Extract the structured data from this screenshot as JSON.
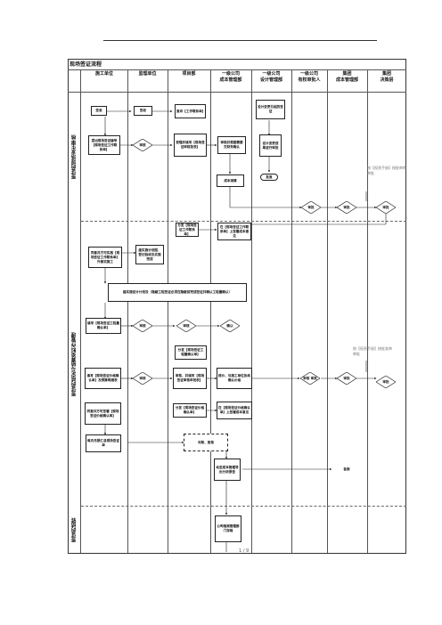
{
  "title": "现场签证流程",
  "columns": [
    "施工单位",
    "监理单位",
    "项目部",
    "一级公司\n成本管理部",
    "一级公司\n设计管理部",
    "一级公司\n有权审批人",
    "集团\n成本管理部",
    "集团\n决策层"
  ],
  "phases": [
    "签证的现场发生审核",
    "签证的核定与结算资料作管理",
    "签证的结转"
  ],
  "boxes": {
    "b1": "签收",
    "b2": "签收",
    "b3": "复印【工作联系单】",
    "b4": "设计变更引起的签证",
    "b5": "提出现场签证编号【现场签证工作联系单】",
    "b6": "受理并填写【现场签证审核批表】",
    "b7": "审核并根据需要交财务确认",
    "b8": "设计变更成果进行审批",
    "b9": "成本测算",
    "b10": "分发【现场签证工作联系单】",
    "b11": "在【现场签证工作联系单】上签署成本意见",
    "b12": "同意并方可实施【现场签证工作联系单】外部实施工",
    "b13": "建实施计划图、登记验收及实施完成",
    "b14": "建实施设计计划及（隐蔽工程签证必须在隐蔽前完成签证并确认工程量确认）",
    "b15": "填写【现场签证工程量确认单】",
    "b16": "分发【现场签证工程量确认单】",
    "b17": "填写【现场签证价格确认单】及预算明细表",
    "b18": "审核，并填写【现场签证审核申批表】",
    "b19": "核价，与施工单位协商确认价格",
    "b20": "同意并方可签署【现场签证价格确认单】",
    "b21": "分发【现场签证价格确认单】",
    "b22": "在【现场签证价格确认单】上签署成本意见",
    "b23": "每月月报汇总现场签证单",
    "b24": "动态成本管理导出分析报告",
    "b25": "公司档案管理部门存档"
  },
  "diamonds": {
    "d1": "审核",
    "d2": "审批",
    "d3": "审批",
    "d4": "审批",
    "d5": "审核",
    "d6": "审核",
    "d7": "确认",
    "d8": "审核",
    "d9": "审核 审批",
    "d10": "审批",
    "d11": "审批"
  },
  "terminals": {
    "t1": "批复"
  },
  "labels": {
    "counter": "对账、复核",
    "record": "备案"
  },
  "notes": {
    "n1": "按【权责手册】按批审审审批",
    "n2": "按【权责手册】按批准审审批"
  },
  "footer": "1 / 9"
}
